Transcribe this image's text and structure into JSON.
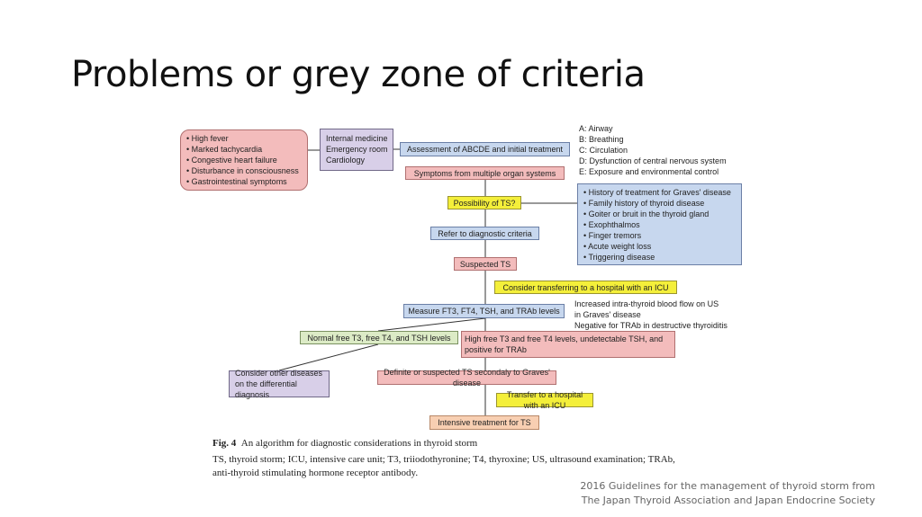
{
  "title": "Problems or grey zone of criteria",
  "diagram": {
    "symptoms": [
      "• High fever",
      "• Marked tachycardia",
      "• Congestive heart failure",
      "• Disturbance in consciousness",
      "• Gastrointestinal symptoms"
    ],
    "departments": [
      "Internal medicine",
      "Emergency room",
      "Cardiology"
    ],
    "assessment": "Assessment of ABCDE and initial treatment",
    "abcde": [
      "A: Airway",
      "B: Breathing",
      "C: Circulation",
      "D: Dysfunction of central nervous system",
      "E: Exposure and environmental control"
    ],
    "multi_organ": "Symptoms from multiple organ systems",
    "possibility": "Possibility of TS?",
    "history": [
      "• History of treatment for Graves' disease",
      "• Family history of thyroid disease",
      "• Goiter or bruit in the thyroid gland",
      "• Exophthalmos",
      "• Finger tremors",
      "• Acute weight loss",
      "• Triggering disease"
    ],
    "refer": "Refer to diagnostic criteria",
    "suspected": "Suspected TS",
    "consider_transfer": "Consider transferring to a hospital with an ICU",
    "measure": "Measure FT3, FT4, TSH, and TRAb levels",
    "us_note": [
      "Increased intra-thyroid blood flow on US",
      "in Graves' disease",
      "Negative for TRAb in destructive thyroiditis"
    ],
    "normal": "Normal free T3, free T4, and TSH levels",
    "high": "High free T3 and free T4 levels, undetectable TSH, and positive for TRAb",
    "other_diseases": [
      "Consider other diseases",
      "on the differential diagnosis"
    ],
    "definite": "Definite or suspected TS secondaly to Graves' disease",
    "transfer": "Transfer to a hospital with an ICU",
    "intensive": "Intensive treatment for TS"
  },
  "caption": {
    "label": "Fig. 4",
    "title": "An algorithm for diagnostic considerations in thyroid storm",
    "abbrev1": "TS, thyroid storm; ICU, intensive care unit; T3, triiodothyronine; T4, thyroxine; US, ultrasound examination; TRAb,",
    "abbrev2": "anti-thyroid stimulating hormone receptor antibody."
  },
  "footer": [
    "2016 Guidelines for the management of thyroid storm from",
    "The Japan Thyroid Association and Japan Endocrine Society"
  ]
}
